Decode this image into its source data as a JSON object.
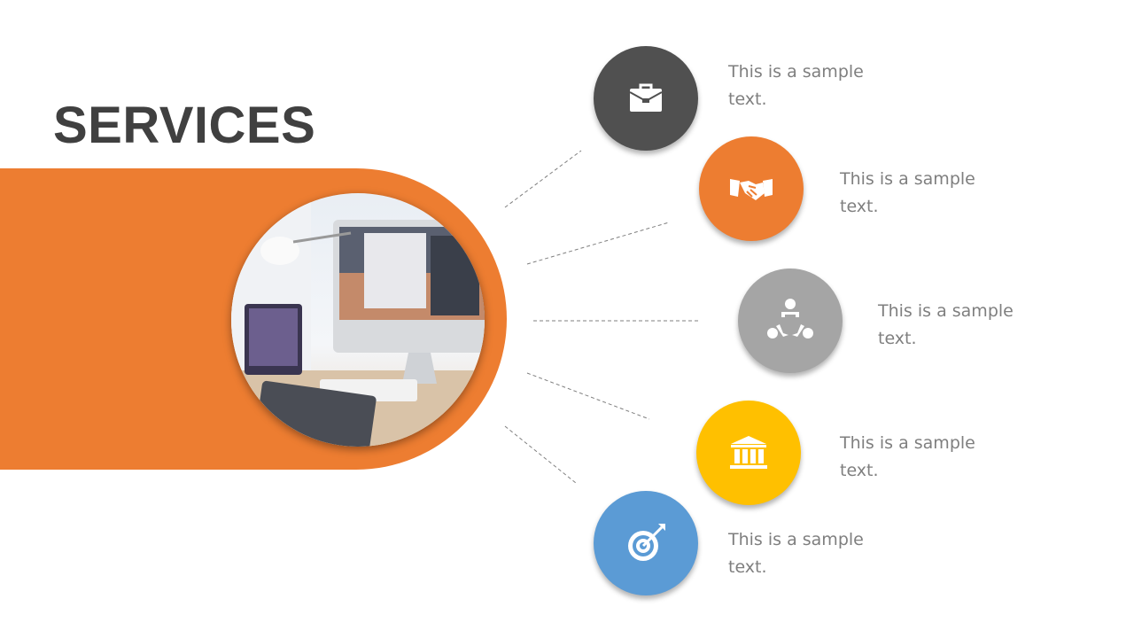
{
  "title": "SERVICES",
  "colors": {
    "band": "#ed7d31",
    "dark": "#505050",
    "orange": "#ed7d31",
    "gray": "#a5a5a5",
    "yellow": "#ffc000",
    "blue": "#5b9bd5"
  },
  "services": [
    {
      "icon": "briefcase-icon",
      "color": "#505050",
      "text": "This is a sample text."
    },
    {
      "icon": "handshake-icon",
      "color": "#ed7d31",
      "text": "This is a sample text."
    },
    {
      "icon": "team-meeting-icon",
      "color": "#a5a5a5",
      "text": "This is a sample text."
    },
    {
      "icon": "bank-icon",
      "color": "#ffc000",
      "text": "This is a sample text."
    },
    {
      "icon": "target-icon",
      "color": "#5b9bd5",
      "text": "This is a sample text."
    }
  ]
}
